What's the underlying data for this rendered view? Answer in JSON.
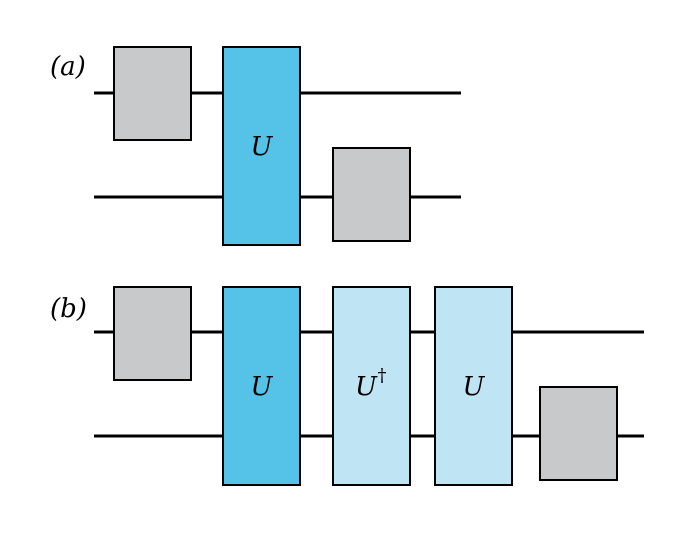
{
  "panels": {
    "a": {
      "label": "(a)",
      "gates": [
        {
          "kind": "local"
        },
        {
          "kind": "two_qubit",
          "text": "U"
        },
        {
          "kind": "local"
        }
      ]
    },
    "b": {
      "label": "(b)",
      "gates": [
        {
          "kind": "local"
        },
        {
          "kind": "two_qubit",
          "text": "U"
        },
        {
          "kind": "two_qubit_dagger",
          "text": "U",
          "superscript": "†"
        },
        {
          "kind": "two_qubit_light",
          "text": "U"
        },
        {
          "kind": "local"
        }
      ]
    }
  },
  "colors": {
    "local_gate": "#c8c9cb",
    "two_qubit_gate": "#55c2e8",
    "light_two_qubit_gate": "#bfe5f5",
    "wire": "#000000"
  }
}
